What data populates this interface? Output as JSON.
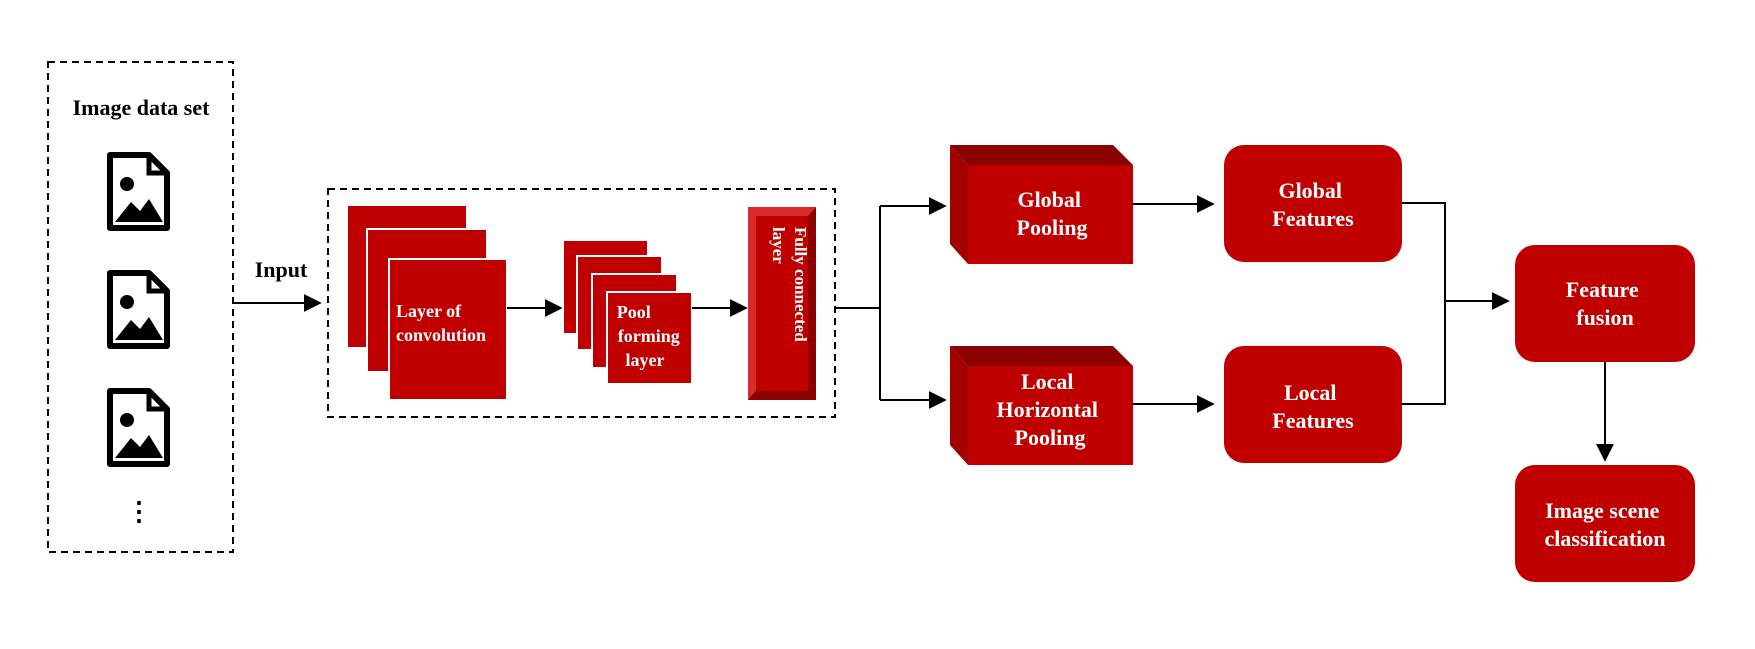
{
  "colors": {
    "red": "#c00000",
    "red_dark": "#8b0000",
    "red_mid": "#a50000",
    "red_light": "#d92b2b",
    "line": "#000000"
  },
  "dataset": {
    "title": "Image data set",
    "icon": "image-file-icon",
    "ellipsis": "⋮"
  },
  "input_label": "Input",
  "cnn": {
    "conv_line1": "Layer of",
    "conv_line2": "convolution",
    "pool_line1": "Pool",
    "pool_line2": "forming",
    "pool_line3": "layer",
    "fc_line1": "Fully connected",
    "fc_line2": "layer"
  },
  "global_pooling": {
    "line1": "Global",
    "line2": "Pooling"
  },
  "local_pooling": {
    "line1": "Local",
    "line2": "Horizontal",
    "line3": "Pooling"
  },
  "global_features": {
    "line1": "Global",
    "line2": "Features"
  },
  "local_features": {
    "line1": "Local",
    "line2": "Features"
  },
  "feature_fusion": {
    "line1": "Feature",
    "line2": "fusion"
  },
  "classification": {
    "line1": "Image scene",
    "line2": "classification"
  }
}
